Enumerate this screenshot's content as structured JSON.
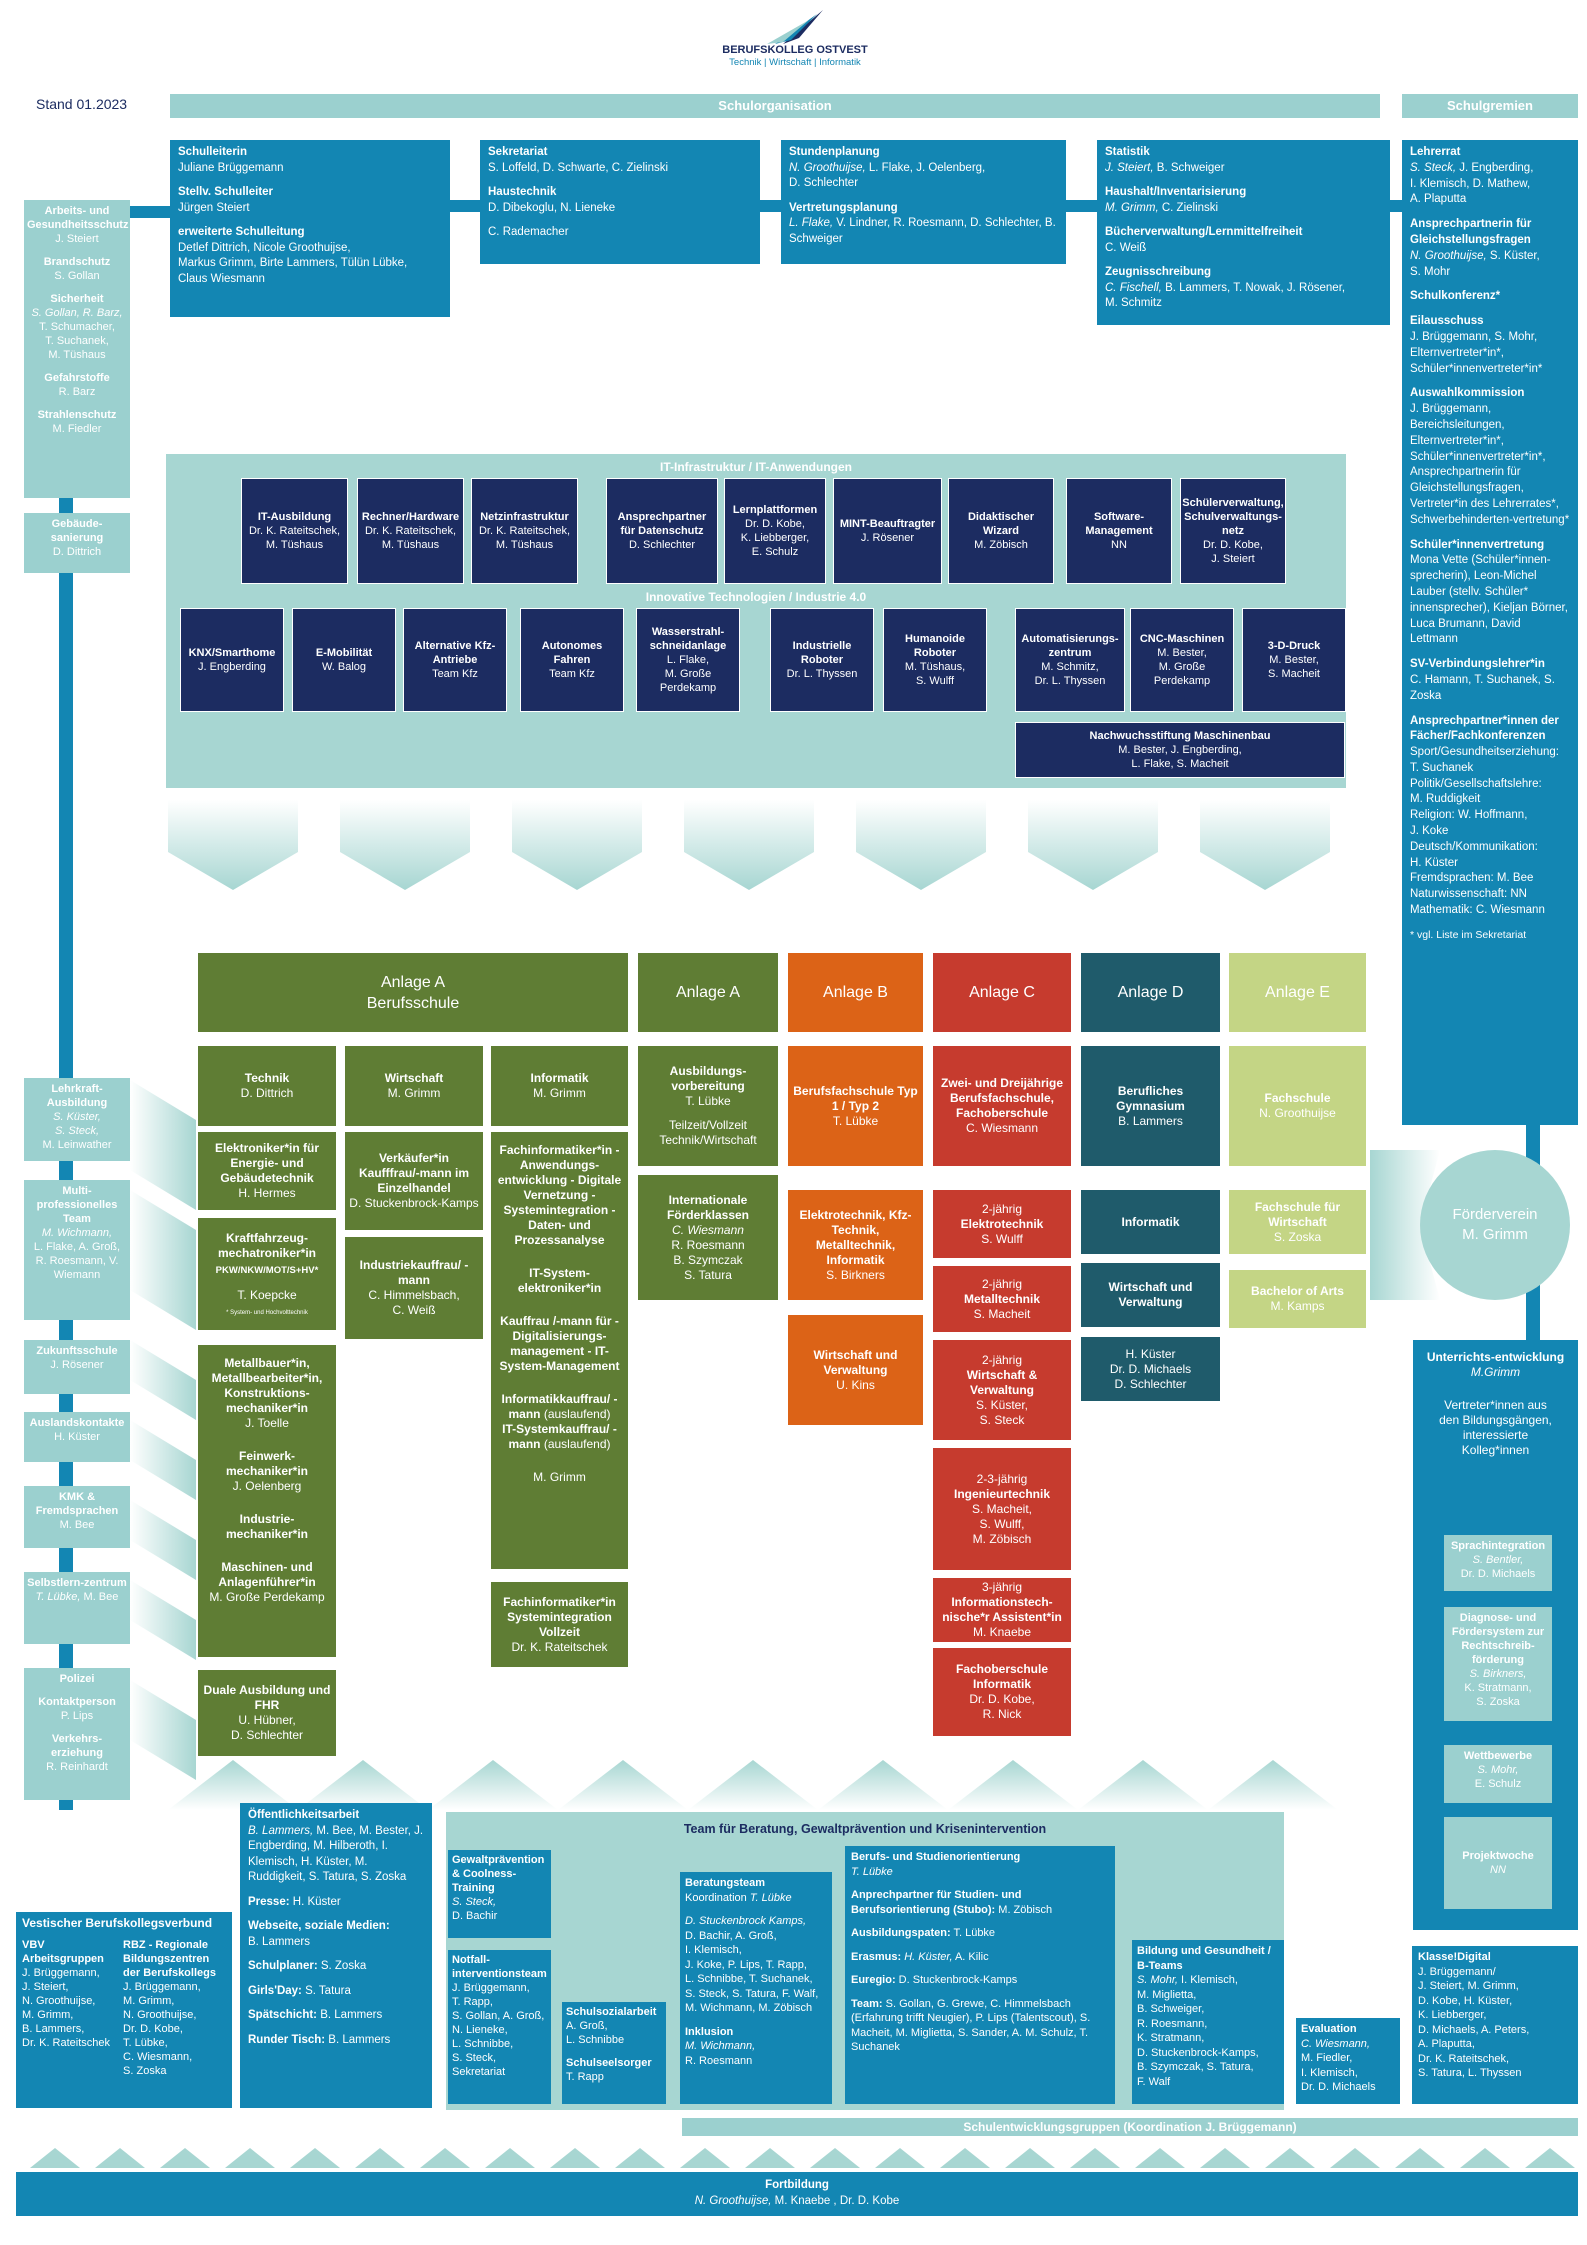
{
  "logo": {
    "name": "BERUFSKOLLEG OSTVEST",
    "tagline": "Technik | Wirtschaft | Informatik"
  },
  "stand": "Stand 01.2023",
  "headers": {
    "schulorganisation": "Schulorganisation",
    "schulgremien": "Schulgremien"
  },
  "colors": {
    "blue": "#1386b3",
    "navy": "#1c2c61",
    "mint": "#9bd0cf",
    "green": "#5f7d34",
    "orange": "#dc6317",
    "red": "#c63b2e",
    "teal": "#1f5b6b",
    "lightgreen": "#c4d585"
  },
  "top": {
    "leitung": {
      "t1": "Schulleiterin",
      "v1": "Juliane Brüggemann",
      "t2": "Stellv. Schulleiter",
      "v2": "Jürgen Steiert",
      "t3": "erweiterte Schulleitung",
      "v3a": "Detlef Dittrich, Nicole Groothuijse,",
      "v3b": "Markus Grimm, Birte Lammers, Tülün Lübke,",
      "v3c": "Claus Wiesmann"
    },
    "sekretariat": {
      "t1": "Sekretariat",
      "v1": "S. Loffeld, D. Schwarte, C. Zielinski",
      "t2": "Haustechnik",
      "v2": "D. Dibekoglu, N. Lieneke",
      "v3": "C. Rademacher"
    },
    "stundenplan": {
      "t1": "Stundenplanung",
      "v1a": "N. Groothuijse,",
      "v1b": " L. Flake, J. Oelenberg,",
      "v1c": "D. Schlechter",
      "t2": "Vertretungsplanung",
      "v2a": "L. Flake,",
      "v2b": " V. Lindner, R. Roesmann, D. Schlechter, B.",
      "v2c": "Schweiger"
    },
    "statistik": {
      "t1": "Statistik",
      "v1a": "J. Steiert,",
      "v1b": " B. Schweiger",
      "t2": "Haushalt/Inventarisierung",
      "v2a": "M. Grimm,",
      "v2b": "  C. Zielinski",
      "t3": "Bücherverwaltung/Lernmittelfreiheit",
      "v3": "C. Weiß",
      "t4": "Zeugnisschreibung",
      "v4a": "C. Fischell,",
      "v4b": " B. Lammers, T. Nowak, J. Rösener,",
      "v4c": "M. Schmitz"
    }
  },
  "left_top": [
    {
      "t": "Arbeits- und Gesundheitsschutz",
      "v": [
        "J. Steiert"
      ]
    },
    {
      "t": "Brandschutz",
      "v": [
        "S. Gollan"
      ]
    },
    {
      "t": "Sicherheit",
      "v": [
        "S. Gollan, R. Barz,",
        "T. Schumacher,",
        "T. Suchanek,",
        "M. Tüshaus"
      ],
      "it": [
        0
      ]
    },
    {
      "t": "Gefahrstoffe",
      "v": [
        "R. Barz"
      ]
    },
    {
      "t": "Strahlenschutz",
      "v": [
        "M. Fiedler"
      ]
    }
  ],
  "gebaeude": {
    "t": "Gebäude-sanierung",
    "v": "D. Dittrich"
  },
  "it": {
    "title": "IT-Infrastruktur / IT-Anwendungen",
    "boxes": [
      {
        "t": "IT-Ausbildung",
        "v": [
          "Dr. K. Rateitschek,",
          "M. Tüshaus"
        ]
      },
      {
        "t": "Rechner/Hardware",
        "v": [
          "Dr. K. Rateitschek,",
          "M. Tüshaus"
        ]
      },
      {
        "t": "Netzinfrastruktur",
        "v": [
          "Dr. K. Rateitschek,",
          "M. Tüshaus"
        ]
      },
      {
        "t": "Ansprechpartner für Datenschutz",
        "v": [
          "D. Schlechter"
        ]
      },
      {
        "t": "Lernplattformen",
        "v": [
          "Dr. D. Kobe,",
          "K. Liebberger,",
          "E. Schulz"
        ]
      },
      {
        "t": "MINT-Beauftragter",
        "v": [
          "J. Rösener"
        ]
      },
      {
        "t": "Didaktischer Wizard",
        "v": [
          "M. Zöbisch"
        ]
      },
      {
        "t": "Software-Management",
        "v": [
          "NN"
        ]
      },
      {
        "t": "Schülerverwaltung, Schulverwaltungs-netz",
        "v": [
          "Dr. D. Kobe,",
          "J. Steiert"
        ]
      }
    ],
    "title2": "Innovative Technologien / Industrie 4.0",
    "boxes2": [
      {
        "t": "KNX/Smarthome",
        "v": [
          "J. Engberding"
        ]
      },
      {
        "t": "E-Mobilität",
        "v": [
          "W. Balog"
        ]
      },
      {
        "t": "Alternative Kfz-Antriebe",
        "v": [
          "Team Kfz"
        ]
      },
      {
        "t": "Autonomes Fahren",
        "v": [
          "Team Kfz"
        ]
      },
      {
        "t": "Wasserstrahl-schneidanlage",
        "v": [
          "L. Flake,",
          "M. Große",
          "Perdekamp"
        ]
      },
      {
        "t": "Industrielle Roboter",
        "v": [
          "Dr. L. Thyssen"
        ]
      },
      {
        "t": "Humanoide Roboter",
        "v": [
          "M. Tüshaus,",
          "S. Wulff"
        ]
      },
      {
        "t": "Automatisierungs-zentrum",
        "v": [
          "M. Schmitz,",
          "Dr. L. Thyssen"
        ]
      },
      {
        "t": "CNC-Maschinen",
        "v": [
          "M. Bester,",
          "M. Große",
          "Perdekamp"
        ]
      },
      {
        "t": "3-D-Druck",
        "v": [
          "M. Bester,",
          "S. Macheit"
        ]
      }
    ],
    "nachwuchs": {
      "t": "Nachwuchsstiftung Maschinenbau",
      "v": [
        "M. Bester, J. Engberding,",
        "L. Flake, S. Macheit"
      ]
    }
  },
  "anlagen": {
    "a_bs": "Anlage A\nBerufsschule",
    "a": "Anlage A",
    "b": "Anlage B",
    "c": "Anlage C",
    "d": "Anlage D",
    "e": "Anlage E"
  },
  "cols": {
    "technik": {
      "t": "Technik",
      "v": "D. Dittrich"
    },
    "wirtschaft": {
      "t": "Wirtschaft",
      "v": "M. Grimm"
    },
    "informatik": {
      "t": "Informatik",
      "v": "M. Grimm"
    },
    "ausbildung": {
      "t": "Ausbildungs-vorbereitung",
      "v": "T. Lübke",
      "v2": "Teilzeit/Vollzeit Technik/Wirtschaft"
    },
    "bfs": {
      "t": "Berufsfachschule Typ 1 / Typ 2",
      "v": "T. Lübke"
    },
    "zwei": {
      "t": "Zwei- und Dreijährige Berufsfachschule, Fachoberschule",
      "v": "C. Wiesmann"
    },
    "bg": {
      "t": "Berufliches Gymnasium",
      "v": "B. Lammers"
    },
    "fs": {
      "t": "Fachschule",
      "v": "N. Groothuijse"
    }
  },
  "tech": {
    "b1": {
      "t": "Elektroniker*in für Energie- und Gebäudetechnik",
      "v": "H. Hermes"
    },
    "b2": {
      "t": "Kraftfahrzeug-mechatroniker*in",
      "t2": "PKW/NKW/MOT/S+HV*",
      "v": "T. Koepcke",
      "fn": "* System- und Hochvolttechnik"
    },
    "b3": {
      "t1": "Metallbauer*in, Metallbearbeiter*in, Konstruktions-mechaniker*in",
      "v1": "J. Toelle",
      "t2": "Feinwerk-mechaniker*in",
      "v2": "J. Oelenberg",
      "t3": "Industrie-mechaniker*in",
      "t4": "Maschinen- und Anlagenführer*in",
      "v4": "M. Große Perdekamp"
    },
    "b4": {
      "t": "Duale Ausbildung und FHR",
      "v": [
        "U. Hübner,",
        "D. Schlechter"
      ]
    }
  },
  "wirt": {
    "b1": {
      "t": "Verkäufer*in Kaufffrau/-mann im Einzelhandel",
      "v": [
        "D. Stuckenbrock-Kamps"
      ]
    },
    "b2": {
      "t": "Industriekauffrau/ -mann",
      "v": [
        "C. Himmelsbach,",
        "C. Weiß"
      ]
    }
  },
  "info": {
    "b1": {
      "t1": "Fachinformatiker*in - Anwendungs-entwicklung - Digitale Vernetzung - Systemintegration - Daten- und Prozessanalyse",
      "t2": "IT-System-elektroniker*in",
      "t3": "Kauffrau /-mann für - Digitalisierungs-management - IT-System-Management",
      "t4": "Informatikkauffrau/ -mann",
      "t4b": " (auslaufend)",
      "t5": "IT-Systemkauffrau/ -mann",
      "t5b": " (auslaufend)",
      "v": "M. Grimm"
    },
    "b2": {
      "t": "Fachinformatiker*in Systemintegration Vollzeit",
      "v": "Dr. K. Rateitschek"
    }
  },
  "anlA2": {
    "t": "Internationale Förderklassen",
    "v": [
      "C. Wiesmann",
      "R. Roesmann",
      "B. Szymczak",
      "S. Tatura"
    ]
  },
  "anlB": {
    "b1": {
      "t": "Elektrotechnik, Kfz-Technik, Metalltechnik, Informatik",
      "v": "S. Birkners"
    },
    "b2": {
      "t": "Wirtschaft und Verwaltung",
      "v": "U. Kins"
    }
  },
  "anlC": [
    {
      "p": "2-jährig",
      "t": "Elektrotechnik",
      "v": [
        "S. Wulff"
      ]
    },
    {
      "p": "2-jährig",
      "t": "Metalltechnik",
      "v": [
        "S. Macheit"
      ]
    },
    {
      "p": "2-jährig",
      "t": "Wirtschaft & Verwaltung",
      "v": [
        "S. Küster,",
        "S. Steck"
      ]
    },
    {
      "p": "2-3-jährig",
      "t": "Ingenieurtechnik",
      "v": [
        "S. Macheit,",
        "S. Wulff,",
        "M. Zöbisch"
      ]
    },
    {
      "p": "3-jährig",
      "t": "Informationstech-nische*r Assistent*in",
      "v": [
        "M. Knaebe"
      ]
    },
    {
      "p": "",
      "t": "Fachoberschule Informatik",
      "v": [
        "Dr. D. Kobe,",
        "R. Nick"
      ]
    }
  ],
  "anlD": {
    "b1": "Informatik",
    "b2": "Wirtschaft und Verwaltung",
    "b3": [
      "H. Küster",
      "Dr. D. Michaels",
      "D. Schlechter"
    ]
  },
  "anlE": {
    "b1": {
      "t": "Fachschule für Wirtschaft",
      "v": "S. Zoska"
    },
    "b2": {
      "t": "Bachelor of Arts",
      "v": "M. Kamps"
    }
  },
  "left_mid": [
    {
      "t": "Lehrkraft-Ausbildung",
      "v": [
        "S. Küster,",
        "S. Steck,"
      ],
      "v2": "M. Leinwather"
    },
    {
      "t": "Multi-professionelles Team",
      "v": [
        "M. Wichmann,"
      ],
      "v2": "L. Flake, A. Groß, R. Roesmann, V. Wiemann"
    },
    {
      "t": "Zukunftsschule",
      "v2": "J. Rösener"
    },
    {
      "t": "Auslandskontakte",
      "v2": "H. Küster"
    },
    {
      "t": "KMK & Fremdsprachen",
      "v2": "M. Bee"
    },
    {
      "t": "Selbstlern-zentrum",
      "v": [
        "T. Lübke,"
      ],
      "v2": " M. Bee"
    },
    {
      "t": "Polizei",
      "t2": "Kontaktperson",
      "v2": "P. Lips",
      "t3": "Verkehrs-erziehung",
      "v3": "R. Reinhardt"
    }
  ],
  "gremien": {
    "lehrerrat": {
      "t": "Lehrerrat",
      "v": [
        "S. Steck,",
        " J. Engberding,",
        "I. Klemisch, D. Mathew,",
        "A. Plaputta"
      ]
    },
    "gleich": {
      "t": "Ansprechpartnerin für Gleichstellungsfragen",
      "v": [
        "N. Groothuijse,",
        " S. Küster,",
        "S. Mohr"
      ]
    },
    "konf": "Schulkonferenz*",
    "eil": {
      "t": "Eilausschuss",
      "v": "J. Brüggemann, S. Mohr, Elternvertreter*in*, Schüler*innenvertreter*in*"
    },
    "ausw": {
      "t": "Auswahlkommission",
      "v": "J. Brüggemann, Bereichsleitungen, Elternvertreter*in*, Schüler*innenvertreter*in*, Ansprechpartnerin für Gleichstellungsfragen, Vertreter*in des Lehrerrates*, Schwerbehinderten-vertretung*"
    },
    "sv": {
      "t": "Schüler*innenvertretung",
      "v": "Mona Vette (Schüler*innen-sprecherin), Leon-Michel Lauber (stellv. Schüler* innensprecher), Kieljan Börner, Luca Brumann, David Lettmann"
    },
    "svl": {
      "t": "SV-Verbindungslehrer*in",
      "v": "C. Hamann, T. Suchanek, S. Zoska"
    },
    "fach": {
      "t": "Ansprechpartner*innen der Fächer/Fachkonferenzen",
      "v": [
        "Sport/Gesundheitserziehung:",
        "T. Suchanek",
        "Politik/Gesellschaftslehre:",
        "M. Ruddigkeit",
        "Religion: W. Hoffmann,",
        "J. Koke",
        "Deutsch/Kommunikation:",
        "H. Küster",
        "Fremdsprachen: M. Bee",
        "Naturwissenschaft: NN",
        "Mathematik: C. Wiesmann"
      ]
    },
    "note": "*  vgl. Liste im Sekretariat"
  },
  "foerder": {
    "t": "Förderverein",
    "v": "M. Grimm"
  },
  "ue": {
    "t": "Unterrichts-entwicklung",
    "v": "M.Grimm",
    "d": "Vertreter*innen aus den Bildungsgängen, interessierte Kolleg*innen",
    "sprach": {
      "t": "Sprachintegration",
      "v": [
        "S. Bentler,",
        "Dr. D. Michaels"
      ]
    },
    "diag": {
      "t": "Diagnose- und Fördersystem zur Rechtschreib-förderung",
      "v": [
        "S. Birkners,",
        "K. Stratmann,",
        "S. Zoska"
      ]
    },
    "wett": {
      "t": "Wettbewerbe",
      "v": [
        "S. Mohr,",
        "E. Schulz"
      ]
    },
    "proj": {
      "t": "Projektwoche",
      "v": [
        "NN"
      ]
    }
  },
  "oeff": {
    "t": "Öffentlichkeitsarbeit",
    "v1": "B. Lammers,",
    "v2": " M. Bee, M. Bester, J. Engberding, M. Hilberoth, I. Klemisch, H. Küster, M. Ruddigkeit, S. Tatura, S. Zoska",
    "presse": "Presse:",
    "presse_v": " H. Küster",
    "web": "Webseite, soziale Medien:",
    "web_v": "B. Lammers",
    "plan": "Schulplaner:",
    "plan_v": " S. Zoska",
    "girls": "Girls'Day:",
    "girls_v": " S. Tatura",
    "spaet": "Spätschicht:",
    "spaet_v": " B. Lammers",
    "runder": "Runder Tisch:",
    "runder_v": " B. Lammers"
  },
  "vest": {
    "t": "Vestischer Berufskollegsverbund",
    "c1t": "VBV Arbeitsgruppen",
    "c1": [
      "J. Brüggemann,",
      "J. Steiert,",
      "N. Groothuijse,",
      "M. Grimm,",
      "B. Lammers,",
      "Dr. K. Rateitschek"
    ],
    "c2t": "RBZ - Regionale Bildungszentren der Berufskollegs",
    "c2": [
      "J. Brüggemann,",
      "M. Grimm,",
      "N. Groothuijse,",
      "Dr. D. Kobe,",
      "T. Lübke,",
      "C. Wiesmann,",
      "S. Zoska"
    ]
  },
  "team": {
    "t": "Team für Beratung, Gewaltprävention und Krisenintervention",
    "gew": {
      "t": "Gewaltprävention & Coolness-Training",
      "v": [
        "S. Steck,"
      ],
      "v2": "D. Bachir"
    },
    "not": {
      "t": "Notfall-interventionsteam",
      "v": [
        "J. Brüggemann,",
        "T. Rapp,",
        "S. Gollan, A. Groß,",
        "N. Lieneke,",
        "L. Schnibbe,",
        "S. Steck,",
        "Sekretariat"
      ]
    },
    "sozi": {
      "t": "Schulsozialarbeit",
      "v": [
        "A. Groß,",
        "L. Schnibbe"
      ],
      "t2": "Schulseelsorger",
      "v2": "T. Rapp"
    },
    "ber": {
      "t": "Beratungsteam",
      "k": "Koordination",
      "kv": " T. Lübke",
      "v": [
        "D. Stuckenbrock Kamps,",
        "D. Bachir, A. Groß,",
        "I. Klemisch,",
        "J. Koke, P. Lips,  T. Rapp,",
        "L. Schnibbe, T. Suchanek,",
        "S. Steck, S. Tatura, F. Walf,",
        "M. Wichmann, M. Zöbisch"
      ],
      "t2": "Inklusion",
      "v2a": "M. Wichmann,",
      "v2b": "R. Roesmann"
    },
    "bso": {
      "t": "Berufs- und Studienorientierung",
      "v": "T. Lübke",
      "a1": "Anprechpartner für Studien- und Berufsorientierung",
      "a1b": " (Stubo):",
      "a1v": " M. Zöbisch",
      "a2": "Ausbildungspaten:",
      "a2v": " T. Lübke",
      "a3": "Erasmus:",
      "a3v": " H. Küster,",
      "a3w": " A. Kilic",
      "a4": "Euregio:",
      "a4v": " D. Stuckenbrock-Kamps",
      "a5": "Team:",
      "a5v": " S. Gollan, G. Grewe, C. Himmelsbach (Erfahrung trifft Neugier), P. Lips (Talentscout), S. Macheit, M. Miglietta, S. Sander, A. M. Schulz, T. Suchanek"
    }
  },
  "bildung": {
    "t": "Bildung und Gesundheit / B-Teams",
    "v": [
      "S. Mohr,",
      " I. Klemisch,",
      "M. Miglietta,",
      "B. Schweiger,",
      "R. Roesmann,",
      "K. Stratmann,",
      "D. Stuckenbrock-Kamps,",
      "B. Szymczak, S. Tatura,",
      "F. Walf"
    ]
  },
  "eval": {
    "t": "Evaluation",
    "v": [
      "C. Wiesmann,",
      "M. Fiedler,",
      "I. Klemisch,",
      "Dr. D. Michaels"
    ]
  },
  "klasse": {
    "t": "Klasse!Digital",
    "v": [
      "J. Brüggemann/",
      "J. Steiert, M. Grimm,",
      "D. Kobe, H. Küster,",
      "K. Liebberger,",
      "D. Michaels, A. Peters,",
      "A. Plaputta,",
      "Dr. K. Rateitschek,",
      "S. Tatura, L. Thyssen"
    ]
  },
  "seg": "Schulentwicklungsgruppen (Koordination J. Brüggemann)",
  "fort": {
    "t": "Fortbildung",
    "v1": "N. Groothuijse,",
    "v2": "  M. Knaebe , Dr. D. Kobe"
  }
}
